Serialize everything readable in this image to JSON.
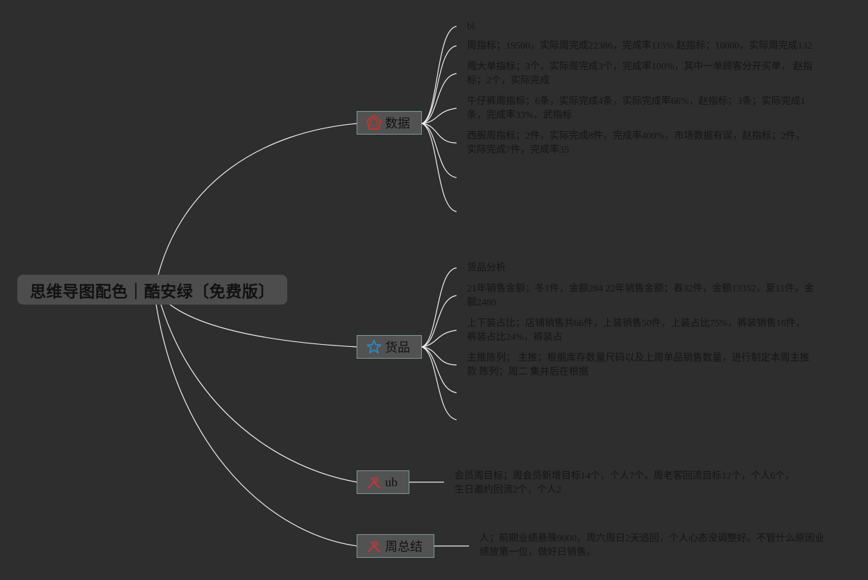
{
  "root": {
    "title": "思维导图配色｜酷安绿〔免费版〕"
  },
  "branches": {
    "data": {
      "label": "数据",
      "icon": "pentagon-outline-icon",
      "icon_color": "#c9302c",
      "leaves": [
        "bl",
        "周指标；19500，实际周完成22386，完成率115% 赵指标；10000，实际周完成132",
        "周大单指标；3个，实际周完成3个，完成率100%，其中一单顾客分开买单， 赵指标；2个，实际完成",
        "牛仔裤周指标；6条，实际完成4条，实际完成率66%，赵指标；3条；实际完成1条，完成率33%，武指标",
        "西服周指标；2件，实际完成8件，完成率400%，市场数据有误，赵指标；2件，实际完成7件，完成率35",
        "",
        ""
      ]
    },
    "goods": {
      "label": "货品",
      "icon": "star-outline-icon",
      "icon_color": "#2f87c8",
      "leaves": [
        "货品分析",
        "21年销售金额；冬1件，金额284 22年销售金额；春32件，金额13352，夏11件，金额2480",
        "上下装占比；店铺销售共66件，上装销售50件，上装占比75%，裤装销售16件，裤装占比24%，裤装占",
        "主推陈列；  主推；根据库存数量尺码以及上周单品销售数量，进行制定本周主推款 陈列；周二 集并后在根据",
        "",
        ""
      ]
    },
    "ub": {
      "label": "ub",
      "icon": "tools-icon",
      "icon_color": "#b8393b",
      "leaves": [
        "会员周目标；周会员新增目标14个，个人7个，周老客回流目标12个，个人6个，生日邀约回流2个，个人2"
      ]
    },
    "summary": {
      "label": "周总结",
      "icon": "tools-icon",
      "icon_color": "#b8393b",
      "leaves": [
        "人；前期业绩悬殊9000，周六周日2天追回，个人心态没调整好。不管什么原因业绩放第一位，做好日销售。"
      ]
    }
  },
  "colors": {
    "background": "#2e2e2e",
    "root_fill": "#4d4d4d",
    "branch_fill": "#525252",
    "branch_border": "#7c9c90",
    "connector": "#ffffff"
  }
}
